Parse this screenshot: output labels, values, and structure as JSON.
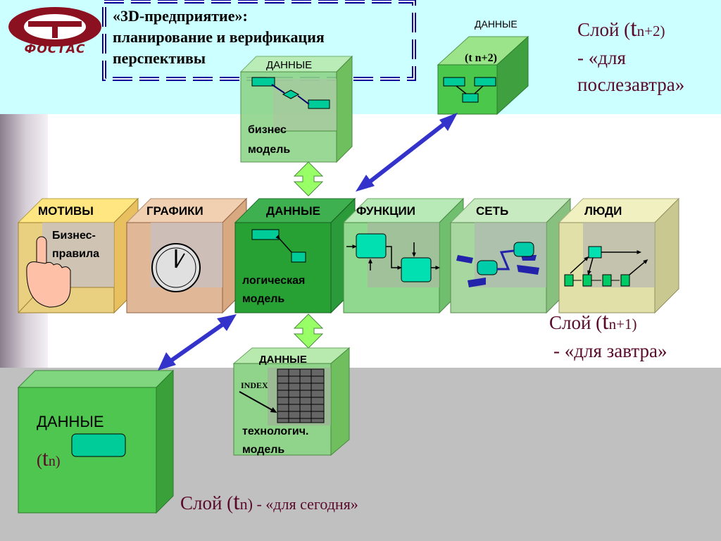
{
  "logo": {
    "text": "ФОСТАС"
  },
  "title": {
    "line1": "«3D-предприятие»:",
    "line2": "планирование и верификация",
    "line3": "перспективы"
  },
  "layer_n2": {
    "box_title": "ДАННЫЕ",
    "box_time": "(t n+2)",
    "label_prefix": "Слой (",
    "label_t": "t",
    "label_sub": "n+2)",
    "label_line2": "- «для",
    "label_line3": "послезавтра»"
  },
  "business_box": {
    "title": "ДАННЫЕ",
    "line1": "бизнес",
    "line2": "модель"
  },
  "row": [
    {
      "title": "МОТИВЫ",
      "line1": "Бизнес-",
      "line2": "правила"
    },
    {
      "title": "ГРАФИКИ"
    },
    {
      "title": "ДАННЫЕ",
      "line1": "логическая",
      "line2": "модель"
    },
    {
      "title": "ФУНКЦИИ"
    },
    {
      "title": "СЕТЬ"
    },
    {
      "title": "ЛЮДИ"
    }
  ],
  "layer_n1": {
    "label_prefix": "Слой (",
    "label_t": "t",
    "label_sub": "n+1)",
    "label_line2": "- «для  завтра»"
  },
  "tech_box": {
    "title": "ДАННЫЕ",
    "index": "INDEX",
    "line1": "технологич.",
    "line2": "модель"
  },
  "layer_n": {
    "box_title": "ДАННЫЕ",
    "box_paren": "(",
    "box_t": "t",
    "box_sub": "n)",
    "label_prefix": "Слой (",
    "label_t": "t",
    "label_suffix": "n) - «для  сегодня»"
  },
  "colors": {
    "top_band": "#ccffff",
    "bottom_band": "#c0c0c0",
    "arrow_blue": "#3333cc",
    "arrow_green": "#99ff66",
    "layer_text": "#5a0a2a"
  }
}
